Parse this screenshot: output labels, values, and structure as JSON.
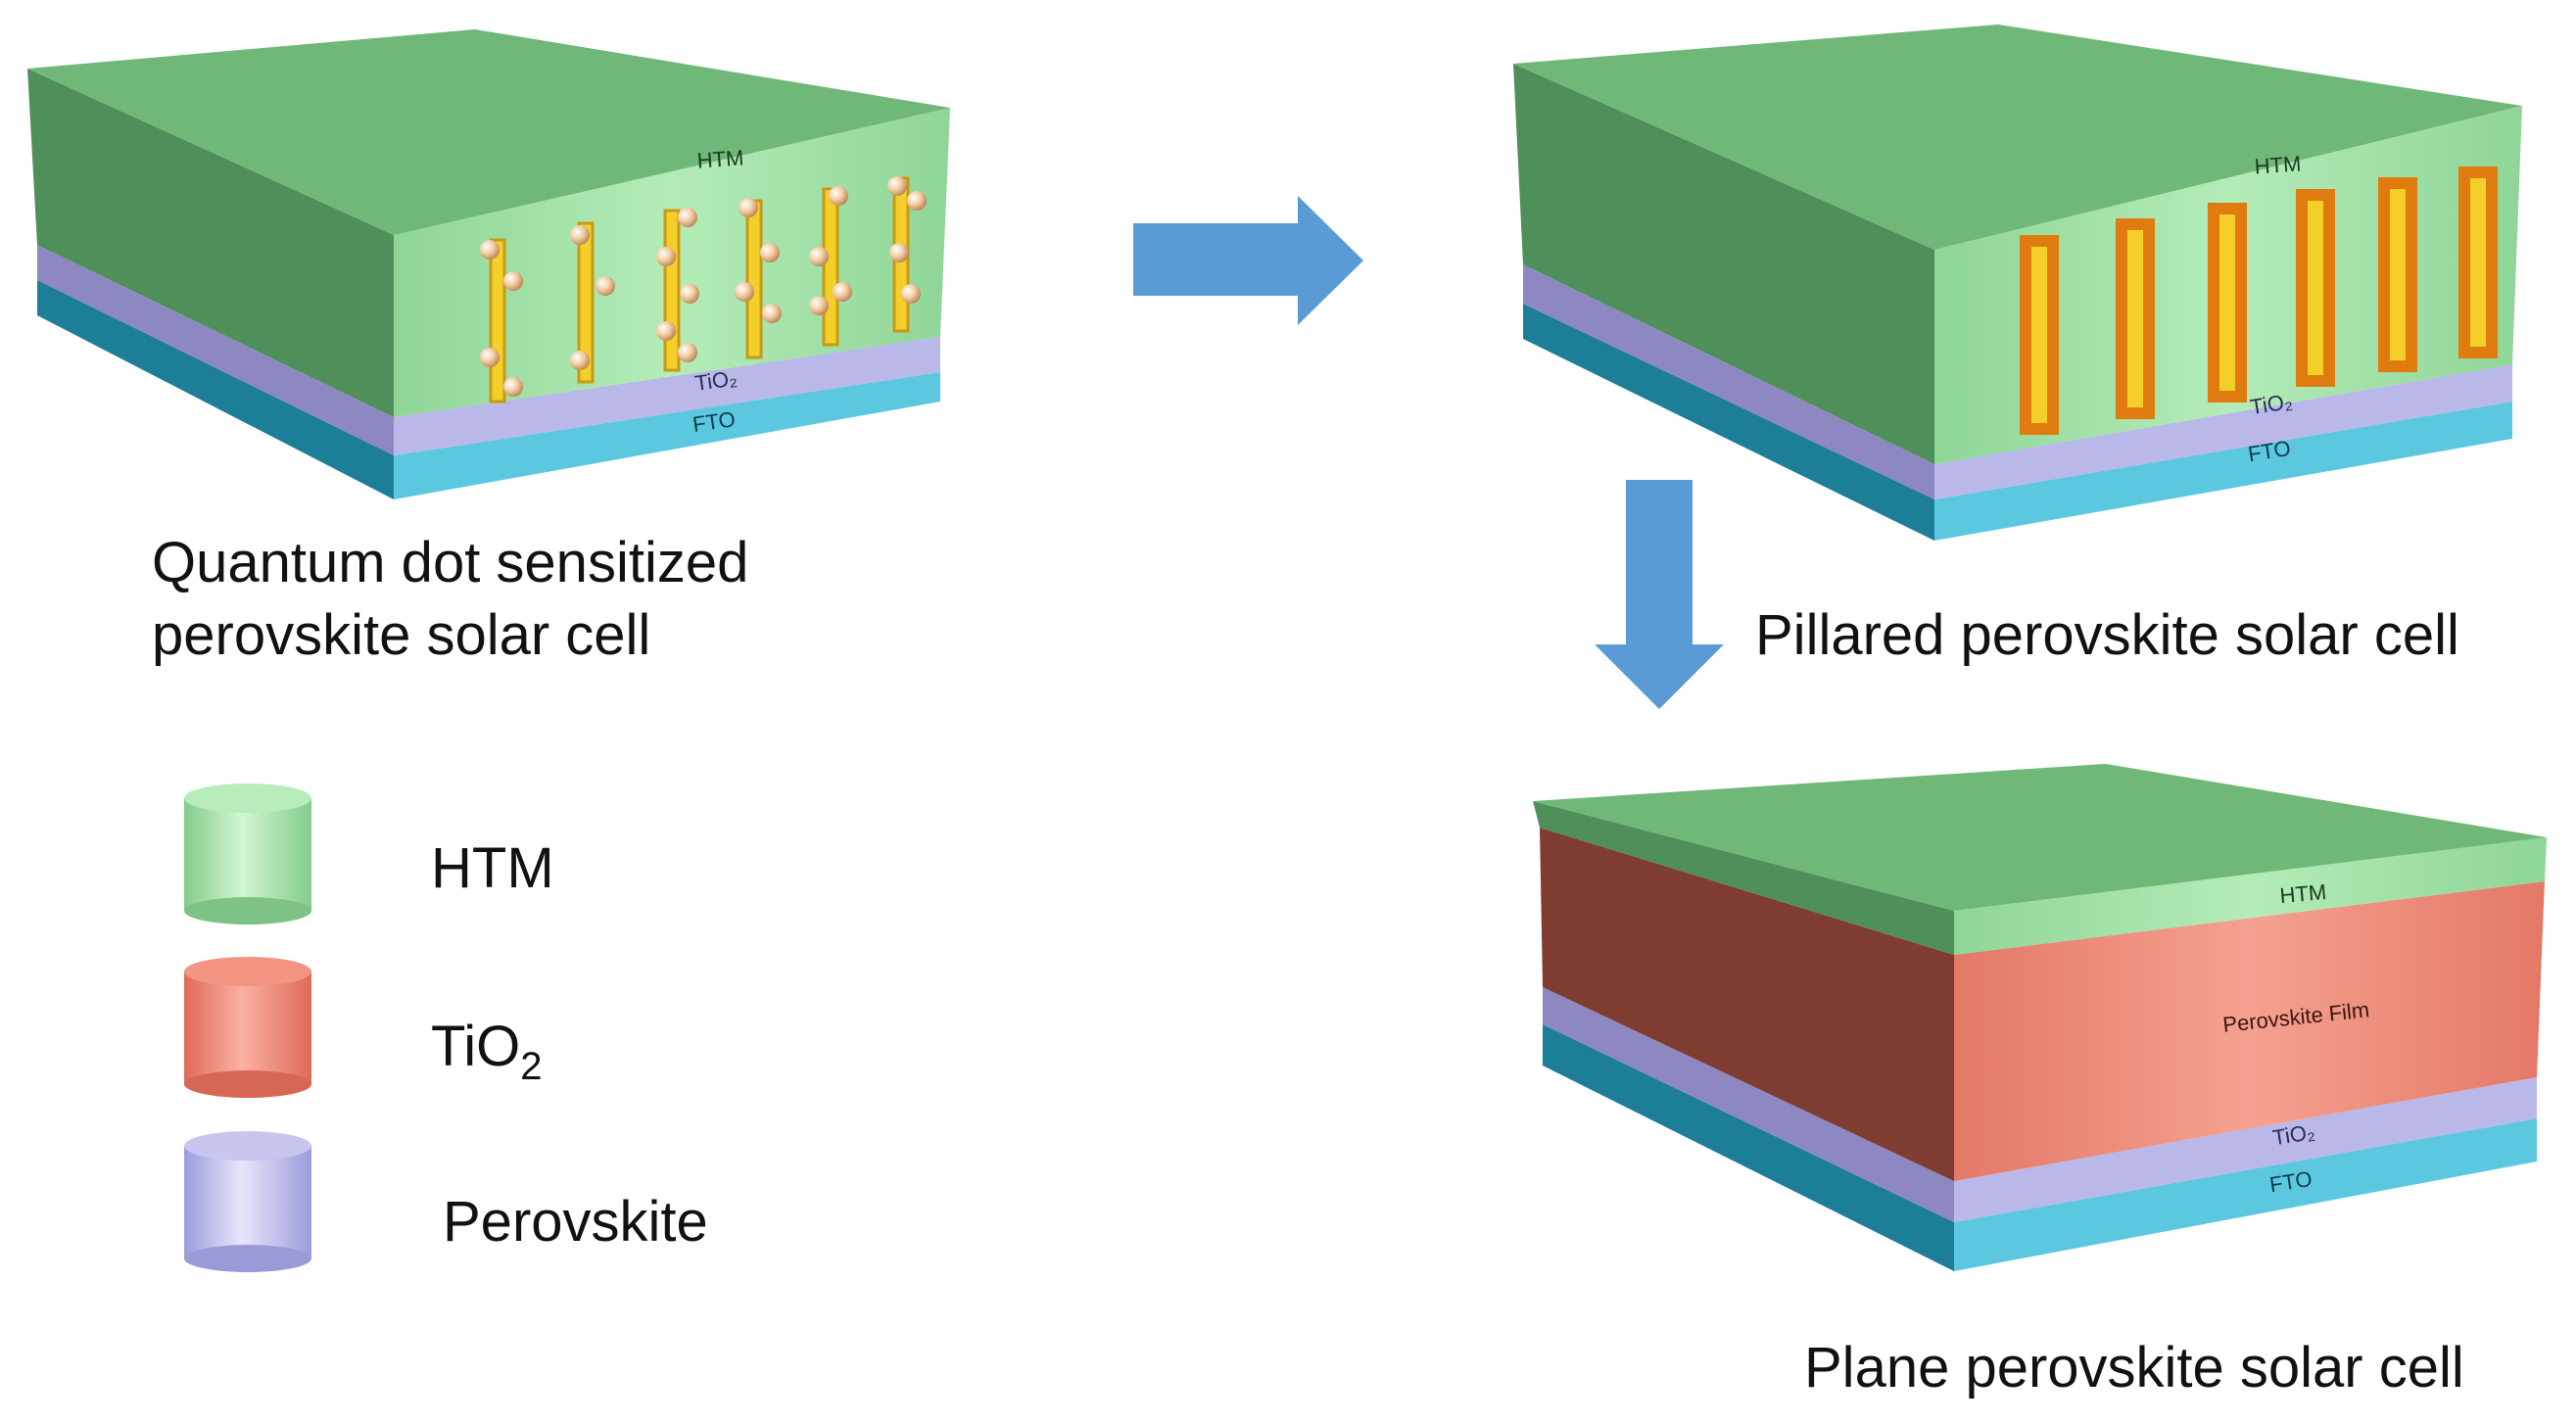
{
  "colors": {
    "htm_top": "#6fb878",
    "htm_front": "#a9e3ae",
    "htm_left": "#4f8f5a",
    "tio2_layer": "#b9b8e8",
    "fto_layer": "#5cc8e0",
    "perovskite_film": "#ee8a78",
    "pillar_orange": "#e07b10",
    "pillar_yellow": "#f4cf2a",
    "arrow_blue": "#5b9bd5"
  },
  "panels": {
    "quantum_dot": {
      "htm_label": "HTM",
      "tio2_label": "TiO₂",
      "fto_label": "FTO",
      "caption_line1": "Quantum dot sensitized",
      "caption_line2": "perovskite solar cell"
    },
    "pillared": {
      "htm_label": "HTM",
      "tio2_label": "TiO₂",
      "fto_label": "FTO",
      "caption": "Pillared perovskite solar cell"
    },
    "plane": {
      "htm_label": "HTM",
      "perovskite_label": "Perovskite Film",
      "tio2_label": "TiO₂",
      "fto_label": "FTO",
      "caption": "Plane perovskite solar cell"
    }
  },
  "legend": {
    "items": [
      {
        "label": "HTM",
        "color": "#a9e3ae"
      },
      {
        "label_main": "TiO",
        "label_sub": "2",
        "color": "#ee8a78"
      },
      {
        "label": "Perovskite",
        "color": "#c4c4ee"
      }
    ]
  }
}
